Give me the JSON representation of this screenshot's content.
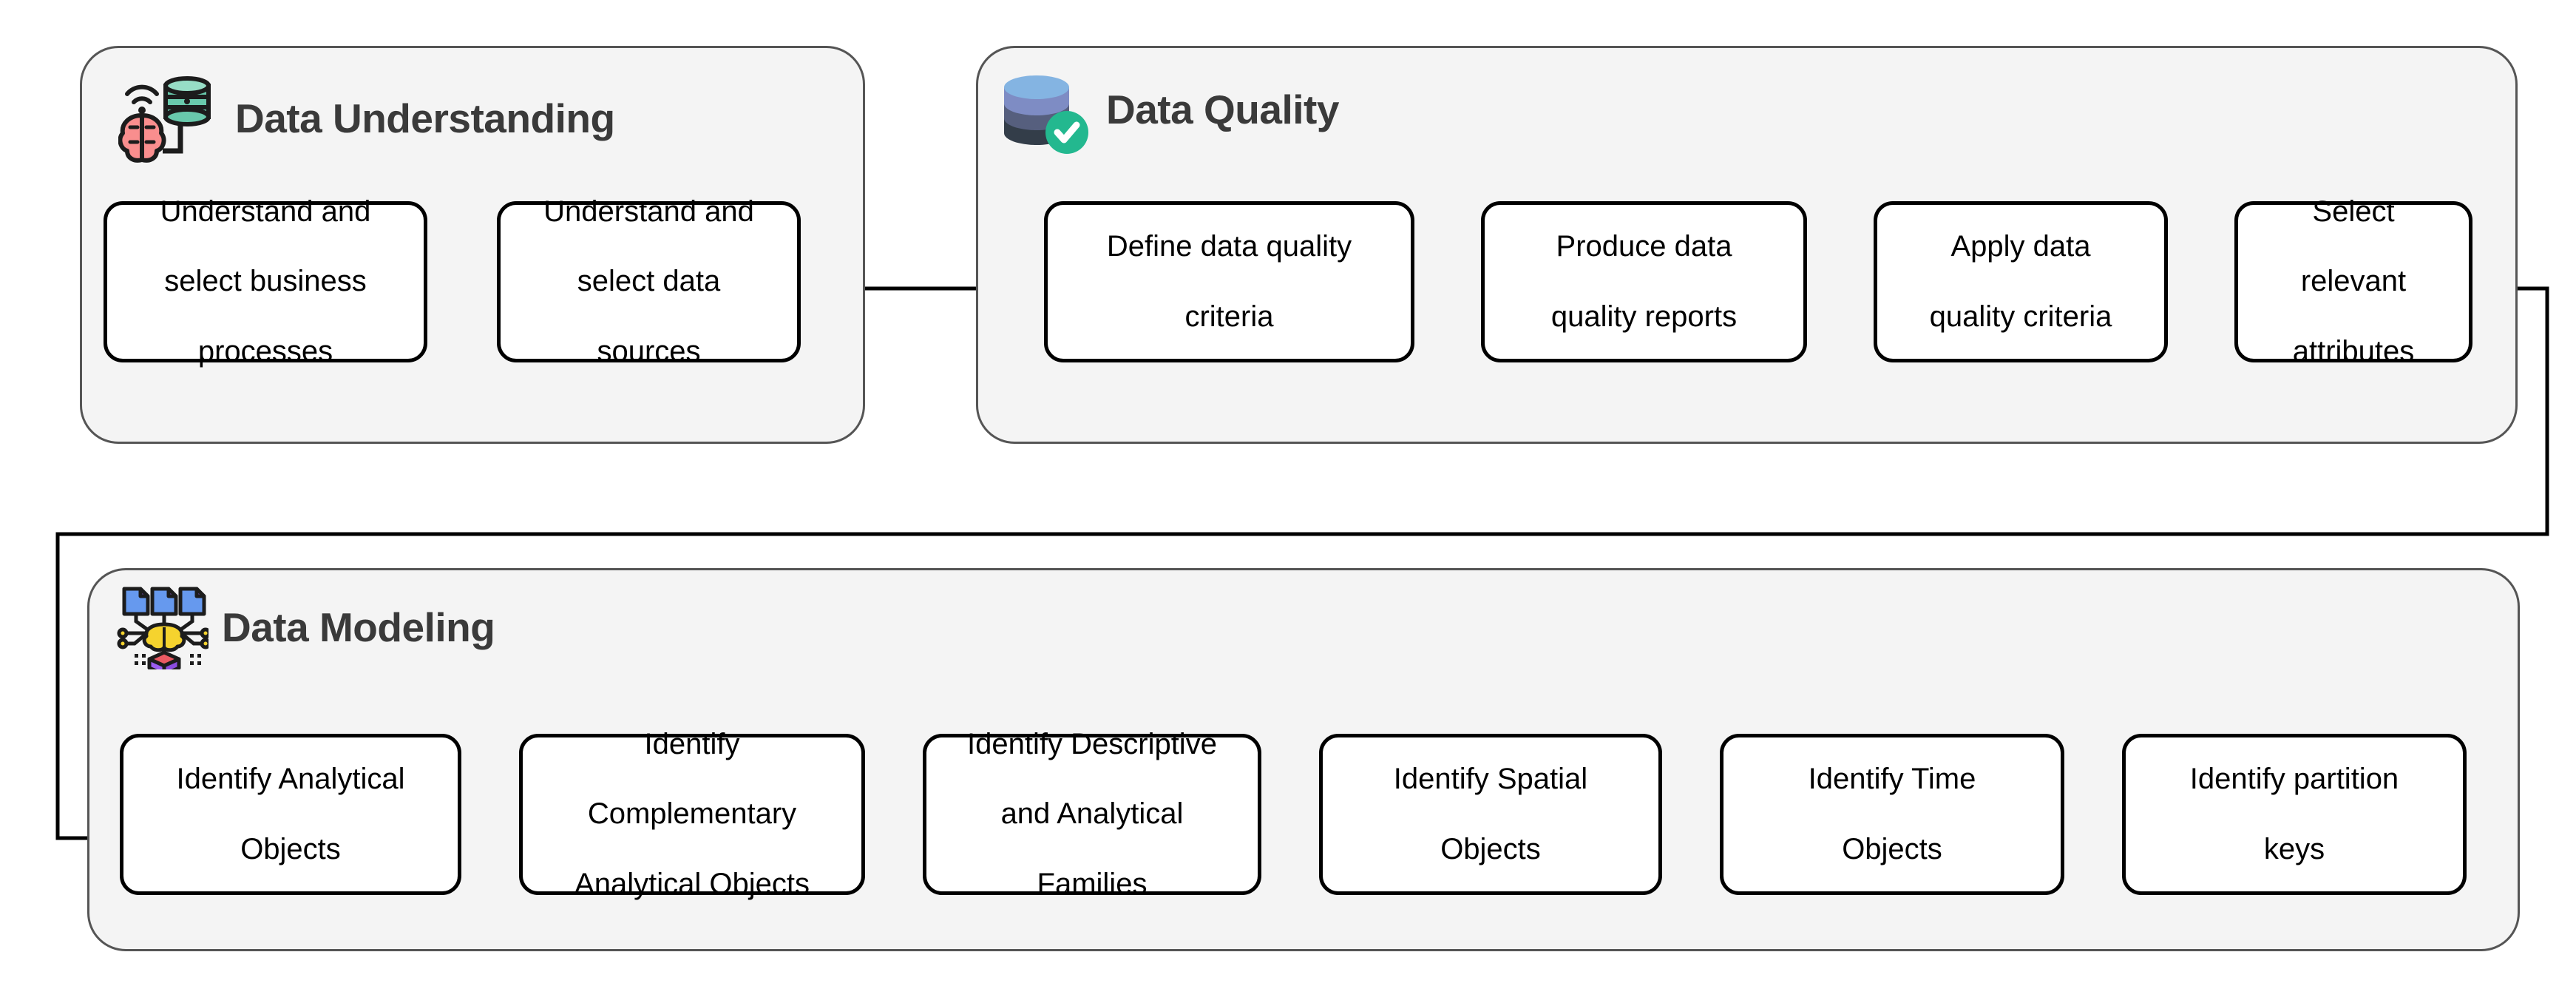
{
  "diagram": {
    "title_color": "#3a3a3a",
    "panel_bg": "#f4f4f4",
    "panel_border": "#555555",
    "box_border": "#000000",
    "box_bg": "#ffffff",
    "connector_color": "#000000"
  },
  "groups": [
    {
      "id": "data-understanding",
      "title": "Data Understanding",
      "icon": "brain-database-icon",
      "steps": [
        {
          "lines": [
            "Understand and",
            "select business",
            "processes"
          ]
        },
        {
          "lines": [
            "Understand and",
            "select data",
            "sources"
          ]
        }
      ]
    },
    {
      "id": "data-quality",
      "title": "Data Quality",
      "icon": "database-check-icon",
      "steps": [
        {
          "lines": [
            "Define data quality",
            "criteria"
          ]
        },
        {
          "lines": [
            "Produce data",
            "quality reports"
          ]
        },
        {
          "lines": [
            "Apply data",
            "quality criteria"
          ]
        },
        {
          "lines": [
            "Select",
            "relevant",
            "attributes"
          ]
        }
      ]
    },
    {
      "id": "data-modeling",
      "title": "Data Modeling",
      "icon": "documents-brain-cube-icon",
      "steps": [
        {
          "lines": [
            "Identify Analytical",
            "Objects"
          ]
        },
        {
          "lines": [
            "Identify",
            "Complementary",
            "Analytical Objects"
          ]
        },
        {
          "lines": [
            "Identify Descriptive",
            "and Analytical",
            "Families"
          ]
        },
        {
          "lines": [
            "Identify Spatial",
            "Objects"
          ]
        },
        {
          "lines": [
            "Identify Time",
            "Objects"
          ]
        },
        {
          "lines": [
            "Identify partition",
            "keys"
          ]
        }
      ]
    }
  ],
  "icon_colors": {
    "brain_pink": "#f98e8e",
    "db_teal": "#69c9ac",
    "db_teal_light": "#97ddc6",
    "db_blue_top": "#84b4e2",
    "db_blue_2": "#7e8cc4",
    "db_blue_3": "#565f7e",
    "db_blue_4": "#333d49",
    "check_green": "#23b88f",
    "doc_blue": "#6699ee",
    "doc_purple": "#9b5cf0",
    "brain_yellow": "#f5d32e",
    "cube_purple": "#9b5cf0",
    "cube_red": "#eb5a63",
    "outline": "#1c1c1c"
  }
}
